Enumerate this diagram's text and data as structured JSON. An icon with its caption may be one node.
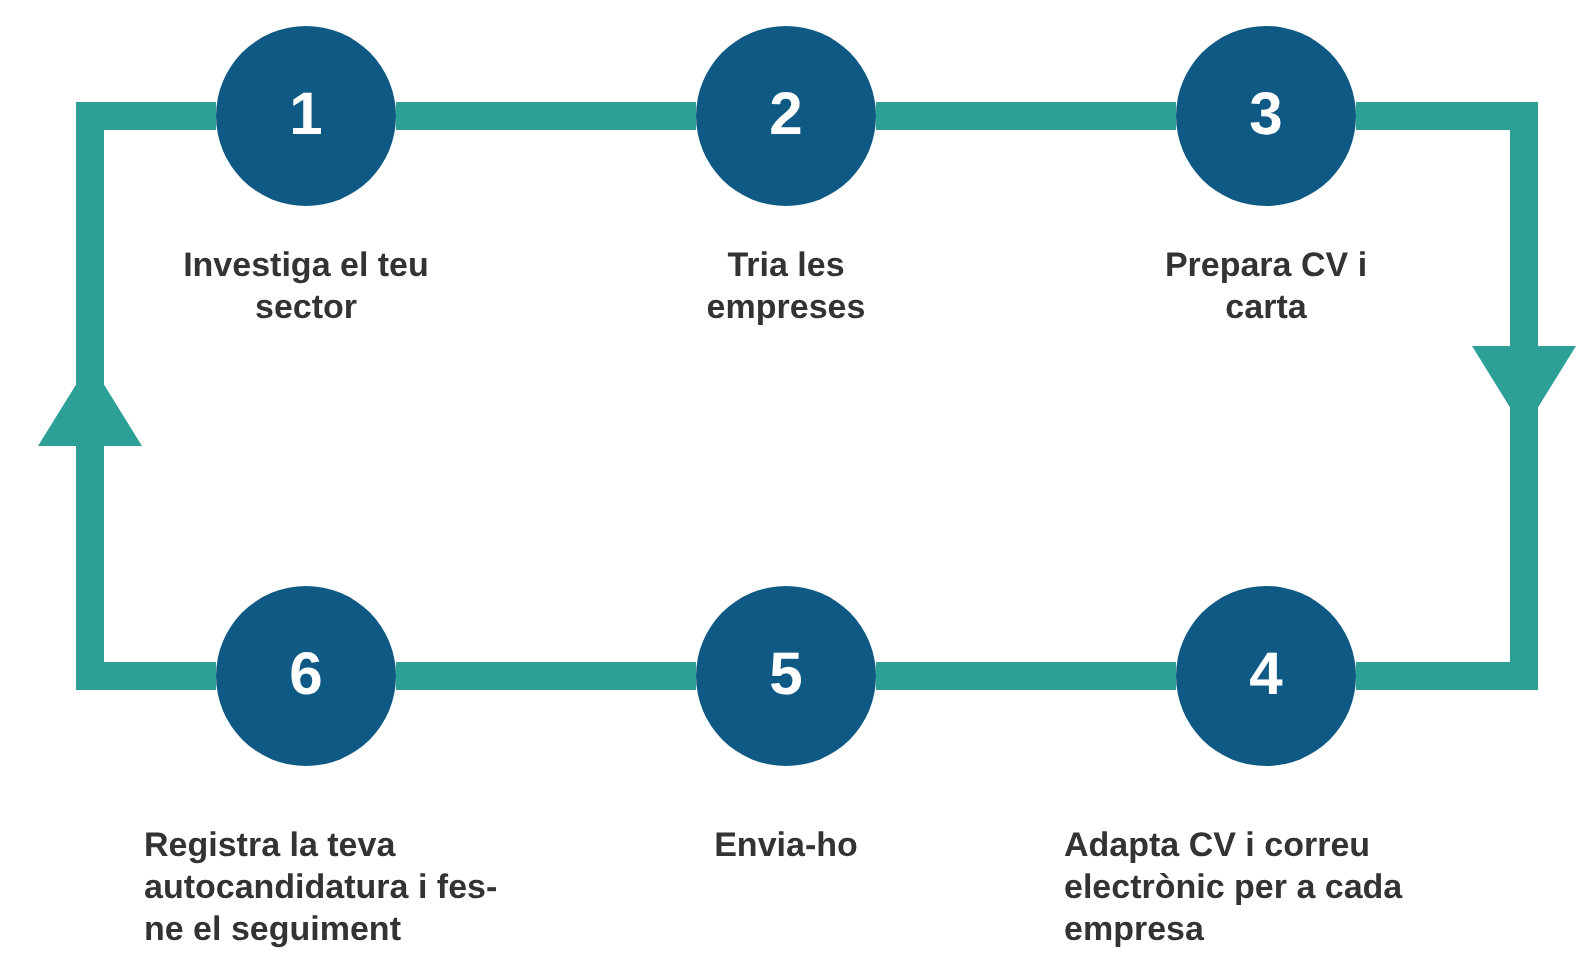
{
  "diagram": {
    "nodes": [
      {
        "text": [
          "1"
        ],
        "beside": [
          "Investiga el teu sector"
        ]
      },
      {
        "text": [
          "2"
        ],
        "beside": [
          "Tria les empreses"
        ]
      },
      {
        "text": [
          "3"
        ],
        "beside": [
          "Prepara CV i carta"
        ]
      },
      {
        "text": [
          "4"
        ],
        "beside": [
          "Adapta CV i correu electrònic per a cada empresa"
        ]
      },
      {
        "text": [
          "5"
        ],
        "beside": [
          "Envia-ho"
        ]
      },
      {
        "text": [
          "6"
        ],
        "beside": [
          "Registra la teva autocandidatura i fes-ne el seguiment"
        ]
      }
    ],
    "edges": [
      {
        "from": 0,
        "to": 1,
        "arrow": "none"
      },
      {
        "from": 1,
        "to": 2,
        "arrow": "none"
      },
      {
        "from": 2,
        "to": 3,
        "arrow": "to"
      },
      {
        "from": 3,
        "to": 4,
        "arrow": "none"
      },
      {
        "from": 4,
        "to": 5,
        "arrow": "none"
      },
      {
        "from": 5,
        "to": 0,
        "arrow": "to"
      }
    ]
  }
}
